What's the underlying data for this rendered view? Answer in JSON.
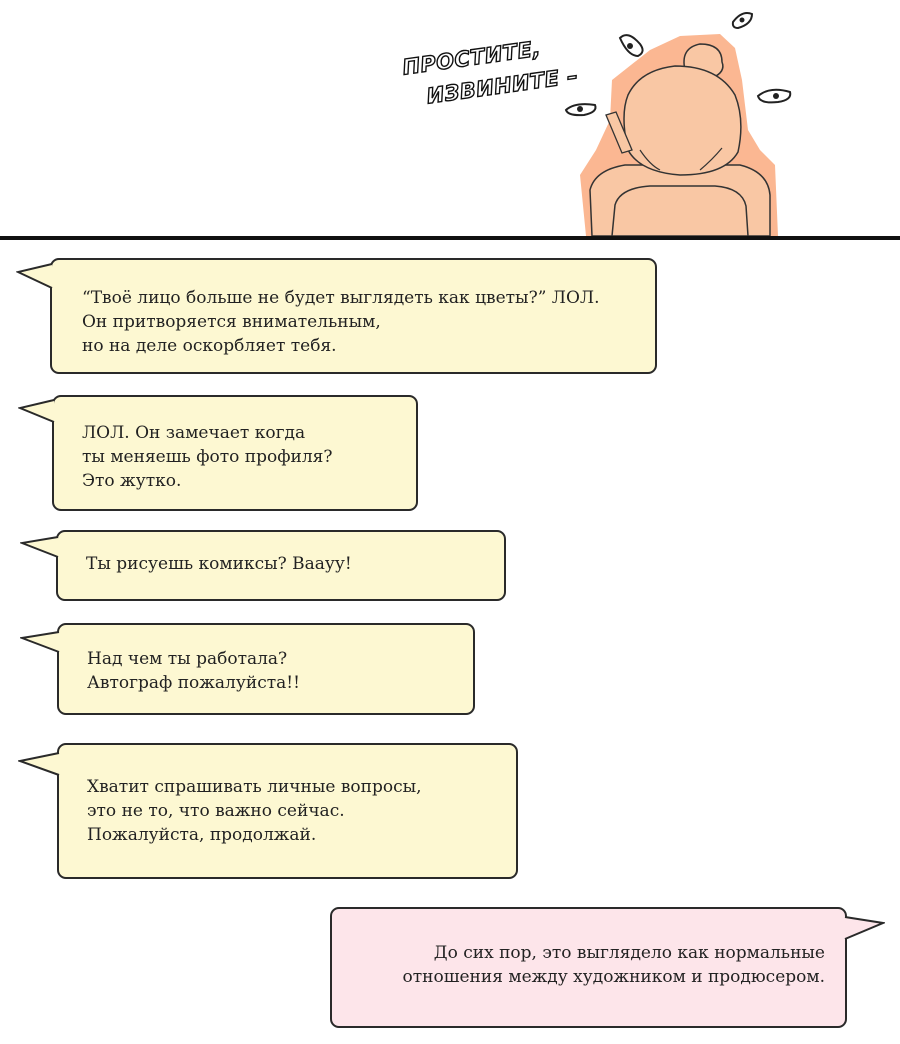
{
  "sound_effect": {
    "line1": "ПРОСТИТЕ,",
    "line2": "ИЗВИНИТЕ –"
  },
  "colors": {
    "comment_bubble": "#fdf8d2",
    "narration_bubble": "#fde5ea",
    "character_skin": "#f9c7a4",
    "character_glow": "#fbb792",
    "border": "#2a2a2a"
  },
  "comments": [
    {
      "text": "“Твоё лицо больше не будет выглядеть как цветы?” ЛОЛ.\nОн притворяется внимательным,\nно на деле оскорбляет тебя."
    },
    {
      "text": "ЛОЛ. Он замечает когда\nты меняешь фото профиля?\nЭто жутко."
    },
    {
      "text": "Ты рисуешь комиксы? Ваауу!"
    },
    {
      "text": "Над чем ты работала?\nАвтограф пожалуйста!!"
    },
    {
      "text": "Хватит спрашивать личные вопросы,\nэто не то, что важно сейчас.\nПожалуйста, продолжай."
    }
  ],
  "narration": {
    "text": "До сих пор, это выглядело как нормальные\nотношения между художником и продюсером."
  }
}
